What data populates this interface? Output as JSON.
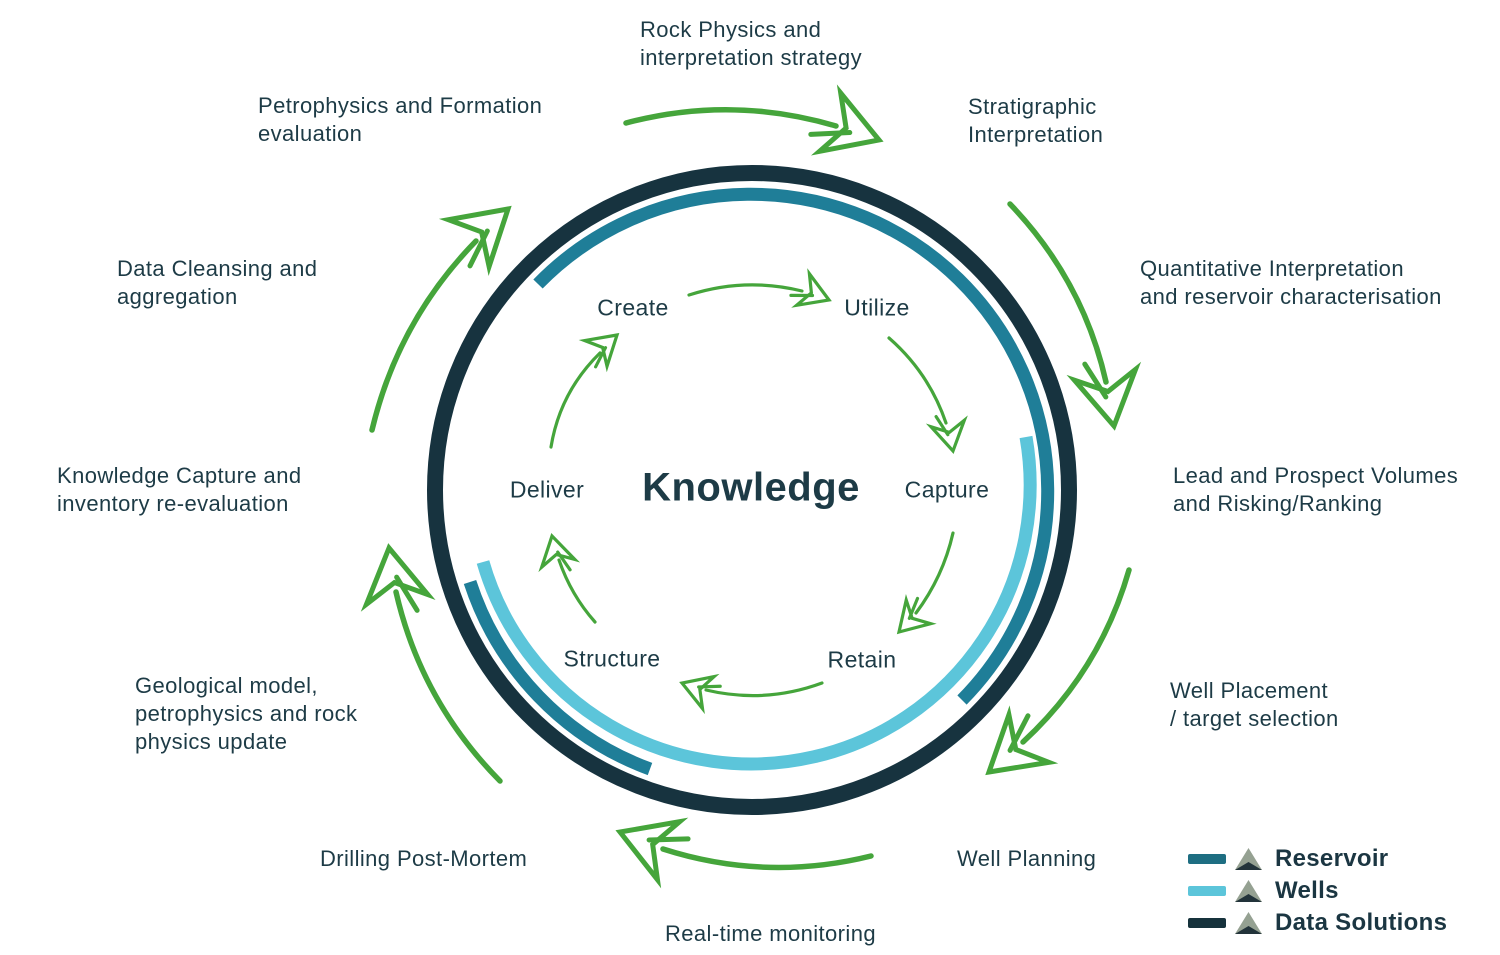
{
  "diagram_title": "Knowledge",
  "center": {
    "label": "Knowledge"
  },
  "inner_cycle": {
    "create": "Create",
    "utilize": "Utilize",
    "capture": "Capture",
    "retain": "Retain",
    "structure": "Structure",
    "deliver": "Deliver"
  },
  "outer_labels": {
    "rock_physics": "Rock Physics and\ninterpretation strategy",
    "stratigraphic": "Stratigraphic\nInterpretation",
    "quantitative": "Quantitative Interpretation\nand reservoir characterisation",
    "lead_prospect": "Lead and Prospect Volumes\nand Risking/Ranking",
    "well_placement": "Well Placement\n/ target selection",
    "well_planning": "Well Planning",
    "realtime_monitoring": "Real-time monitoring",
    "drilling_post_mortem": "Drilling Post-Mortem",
    "geological_model": "Geological model,\npetrophysics and rock\nphysics update",
    "knowledge_capture": "Knowledge Capture and\ninventory re-evaluation",
    "data_cleansing": "Data Cleansing and\naggregation",
    "petrophysics": "Petrophysics and Formation\nevaluation"
  },
  "legend": {
    "reservoir": {
      "label": "Reservoir",
      "color": "#1e6e82"
    },
    "wells": {
      "label": "Wells",
      "color": "#5cc5da"
    },
    "data_solutions": {
      "label": "Data Solutions",
      "color": "#16323c"
    }
  },
  "colors": {
    "ring_data_solutions": "#17333f",
    "arc_reservoir": "#1f7e98",
    "arc_wells": "#5cc5da",
    "arrow_green": "#45a53b",
    "text": "#1d3b46"
  }
}
